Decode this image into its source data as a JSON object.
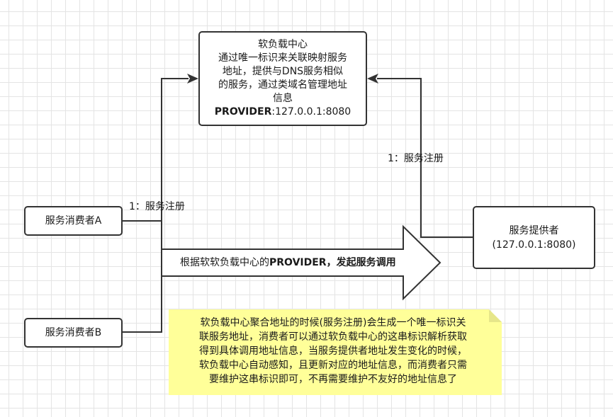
{
  "center_node": {
    "title": "软负载中心",
    "desc_lines": [
      "通过唯一标识来关联映射服务",
      "地址，提供与DNS服务相似",
      "的服务，通过类域名管理地址",
      "信息"
    ],
    "provider_bold": "PROVIDER",
    "provider_addr": ":127.0.0.1:8080"
  },
  "consumer_a": {
    "label": "服务消费者A"
  },
  "consumer_b": {
    "label": "服务消费者B"
  },
  "provider_node": {
    "line1": "服务提供者",
    "line2": "(127.0.0.1:8080)"
  },
  "edge_labels": {
    "left": "1：服务注册",
    "right": "1：服务注册"
  },
  "big_arrow": {
    "prefix": "根据软软负载中心的",
    "bold": "PROVIDER，发起服务调用"
  },
  "note": {
    "lines": [
      "软负载中心聚合地址的时候(服务注册)会生成一个唯一标识关",
      "联服务地址，消费者可以通过软负载中心的这串标识解析获取",
      "得到具体调用地址信息，当服务提供者地址发生变化的时候，",
      "软负载中心自动感知，且更新对应的地址信息，而消费者只需",
      "要维护这串标识即可，不再需要维护不友好的地址信息了"
    ]
  },
  "colors": {
    "note_fill": "#ffff99",
    "note_fold": "#e6e68a",
    "stroke": "#333333",
    "grid": "#e4e4e4"
  }
}
